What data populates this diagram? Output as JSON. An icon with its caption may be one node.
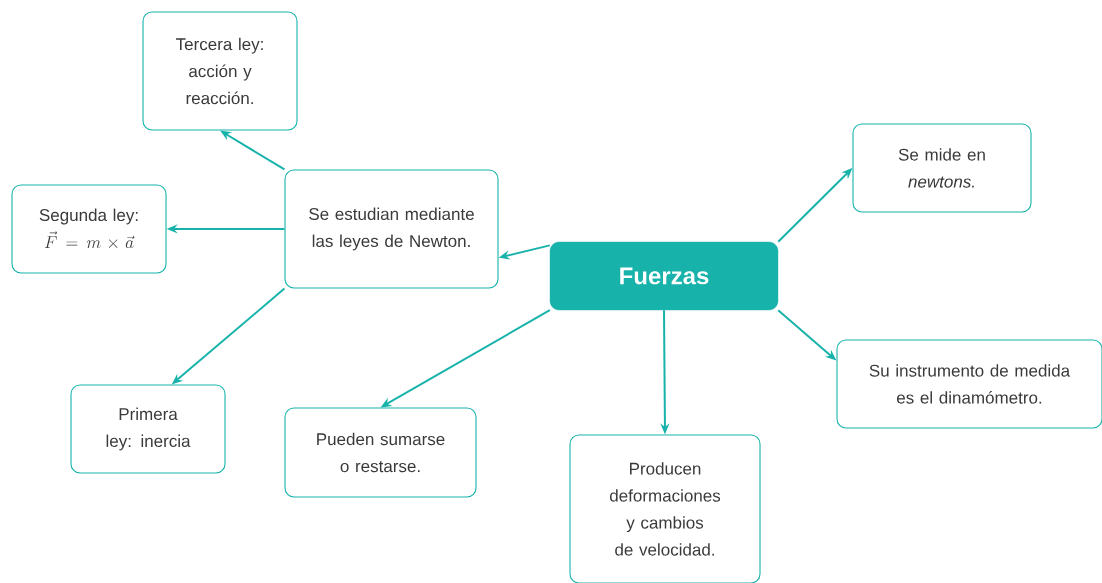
{
  "diagram": {
    "nodes": [
      {
        "text": [
          "Fuerzas"
        ]
      },
      {
        "text": [
          "Se estudian mediante las leyes de Newton."
        ]
      },
      {
        "text": [
          "Tercera ley: acción y reacción."
        ]
      },
      {
        "text": [
          "Segunda ley:",
          "\\vec{F} = m \\times \\vec{a}"
        ]
      },
      {
        "text": [
          "Primera ley: inercia"
        ]
      },
      {
        "text": [
          "Pueden sumarse o restarse."
        ]
      },
      {
        "text": [
          "Producen deformaciones y cambios de velocidad."
        ]
      },
      {
        "text": [
          "Se mide en *newtons.*"
        ]
      },
      {
        "text": [
          "Su instrumento de medida es el dinamómetro."
        ]
      }
    ],
    "edges": [
      {
        "from": 0,
        "to": 1,
        "arrow": "to"
      },
      {
        "from": 1,
        "to": 2,
        "arrow": "to"
      },
      {
        "from": 1,
        "to": 3,
        "arrow": "to"
      },
      {
        "from": 1,
        "to": 4,
        "arrow": "to"
      },
      {
        "from": 0,
        "to": 5,
        "arrow": "to"
      },
      {
        "from": 0,
        "to": 6,
        "arrow": "to"
      },
      {
        "from": 0,
        "to": 7,
        "arrow": "to"
      },
      {
        "from": 0,
        "to": 8,
        "arrow": "to"
      }
    ]
  }
}
